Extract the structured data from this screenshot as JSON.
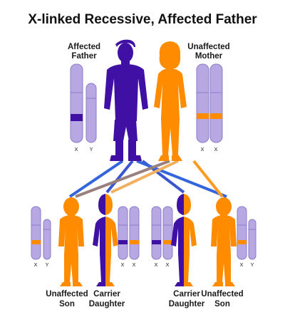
{
  "title": "X-linked Recessive, Affected Father",
  "parents": {
    "father": {
      "label_line1": "Affected",
      "label_line2": "Father",
      "chromosomes": [
        "X",
        "Y"
      ]
    },
    "mother": {
      "label_line1": "Unaffected",
      "label_line2": "Mother",
      "chromosomes": [
        "X",
        "X"
      ]
    }
  },
  "children": [
    {
      "label_line1": "Unaffected",
      "label_line2": "Son",
      "chromosomes": [
        "X",
        "Y"
      ]
    },
    {
      "label_line1": "Carrier",
      "label_line2": "Daughter",
      "chromosomes": [
        "X",
        "X"
      ]
    },
    {
      "label_line1": "Carrier",
      "label_line2": "Daughter",
      "chromosomes": [
        "X",
        "X"
      ]
    },
    {
      "label_line1": "Unaffected",
      "label_line2": "Son",
      "chromosomes": [
        "X",
        "Y"
      ]
    }
  ],
  "colors": {
    "father": "#3f10a3",
    "mother": "#ff8c00",
    "chromosome": "#b7a8e3",
    "chromosome_outline": "#8c7bc8",
    "affected_band": "#3f10a3",
    "normal_band": "#ff8c00",
    "line_blue": "#3366dd",
    "line_orange": "#ff9a20",
    "line_tan": "#e8c9a0"
  }
}
